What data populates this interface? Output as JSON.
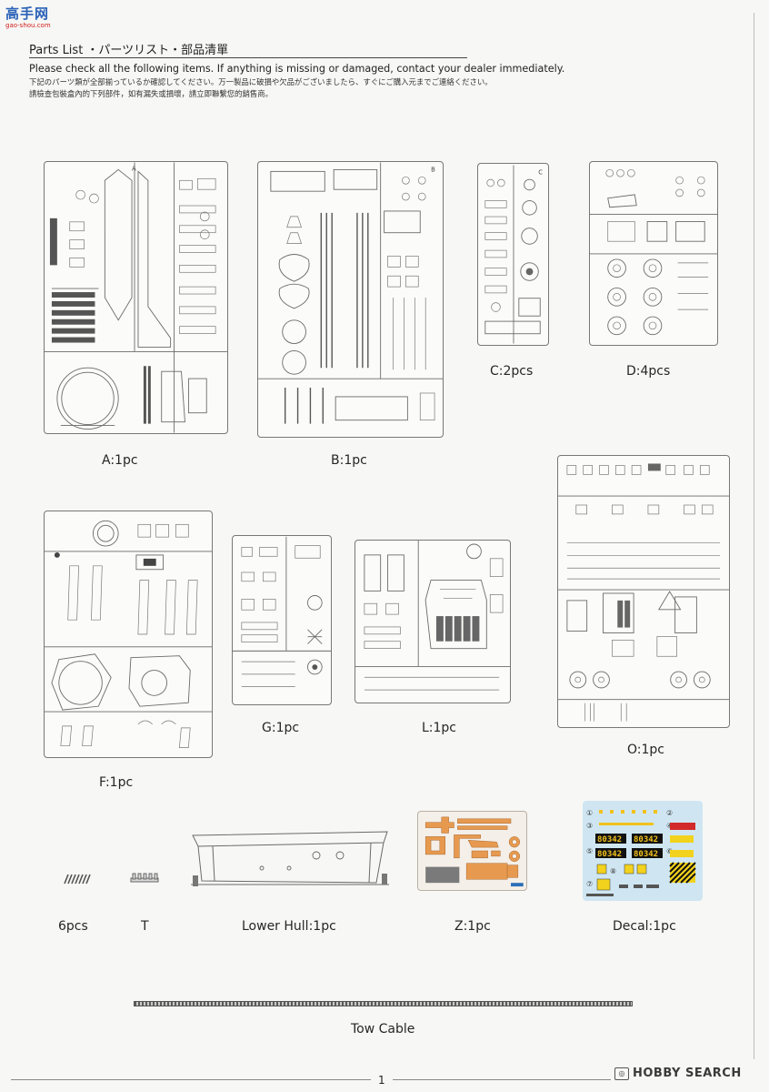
{
  "watermark": {
    "brand": "高手网",
    "url": "gao-shou.com"
  },
  "header": {
    "title": "Parts List ・パーツリスト・部品清單",
    "instruction_en": "Please check all the following items. If anything is missing or damaged, contact your dealer immediately.",
    "instruction_ja": "下記のパーツ類が全部揃っているか確認してください。万一製品に破損や欠品がございましたら、すぐにご購入元までご連絡ください。",
    "instruction_zh": "請檢查包裝盒內的下列部件，如有漏失或損壞，請立即聯繫您的銷售商。"
  },
  "sprues": {
    "A": {
      "letter": "A",
      "label": "A:1pc"
    },
    "B": {
      "letter": "B",
      "label": "B:1pc"
    },
    "C": {
      "letter": "C",
      "label": "C:2pcs"
    },
    "D": {
      "letter": "D",
      "label": "D:4pcs"
    },
    "F": {
      "letter": "F",
      "label": "F:1pc"
    },
    "G": {
      "letter": "G",
      "label": "G:1pc"
    },
    "L": {
      "letter": "L",
      "label": "L:1pc"
    },
    "O": {
      "letter": "O",
      "label": "O:1pc"
    }
  },
  "extras": {
    "springs": {
      "label": "6pcs"
    },
    "T": {
      "label": "T"
    },
    "lower_hull": {
      "label": "Lower Hull:1pc"
    },
    "Z": {
      "label": "Z:1pc"
    },
    "decal": {
      "label": "Decal:1pc",
      "numbers": [
        "80342",
        "80342",
        "80342",
        "80342"
      ],
      "markers": [
        "①",
        "②",
        "③",
        "④",
        "⑤",
        "⑥",
        "⑦",
        "⑧"
      ],
      "sheet_color": "#cfe6f2",
      "number_bg": "#111111",
      "number_fg": "#f2c21c",
      "hazard_yellow": "#f2d21c"
    },
    "tow_cable": {
      "label": "Tow Cable"
    }
  },
  "colors": {
    "etch_orange": "#e79a4f",
    "etch_bg": "#f4efe8"
  },
  "footer": {
    "page": "1",
    "credit": "HOBBY SEARCH"
  }
}
